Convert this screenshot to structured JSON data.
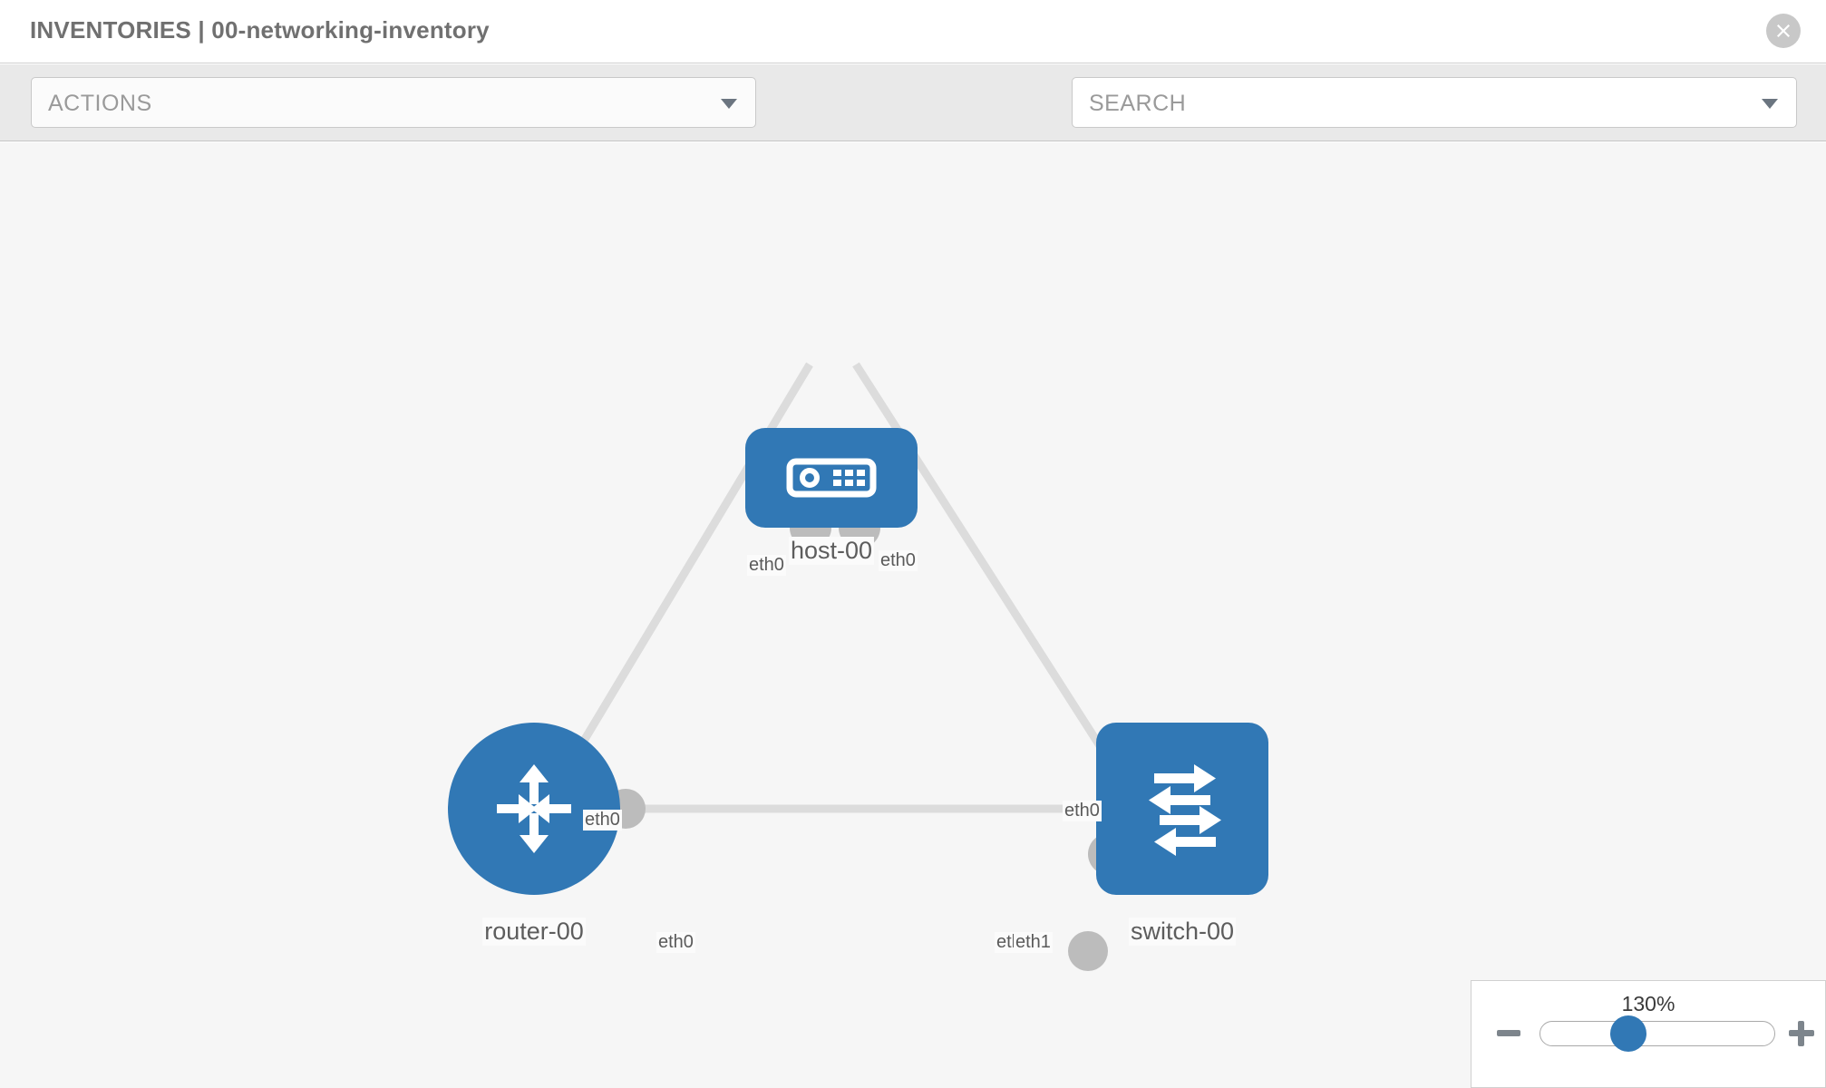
{
  "header": {
    "title": "INVENTORIES | 00-networking-inventory",
    "close_icon": "close-circle-icon"
  },
  "toolbar": {
    "actions_label": "ACTIONS",
    "actions_caret_icon": "chevron-down-icon",
    "wrench_icon": "wrench-icon",
    "key_icon": "key-icon",
    "search_placeholder": "SEARCH",
    "search_caret_icon": "chevron-down-icon"
  },
  "topology": {
    "nodes": [
      {
        "id": "host-00",
        "label": "host-00",
        "type": "host",
        "icon": "server-appliance-icon",
        "shape": "rounded-square",
        "color": "#3178b5"
      },
      {
        "id": "router-00",
        "label": "router-00",
        "type": "router",
        "icon": "router-four-arrows-icon",
        "shape": "circle",
        "color": "#3178b5"
      },
      {
        "id": "switch-00",
        "label": "switch-00",
        "type": "switch",
        "icon": "switch-exchange-arrows-icon",
        "shape": "rounded-square",
        "color": "#3178b5"
      }
    ],
    "links": [
      {
        "from": "host-00",
        "to": "router-00",
        "from_iface": "eth0",
        "to_iface": "eth0"
      },
      {
        "from": "host-00",
        "to": "switch-00",
        "from_iface": "eth0",
        "to_iface": "eth0"
      },
      {
        "from": "router-00",
        "to": "switch-00",
        "from_iface": "eth0",
        "to_iface": "eth1"
      }
    ],
    "interface_labels": {
      "host_left": "eth0",
      "host_right": "eth0",
      "router_up": "eth0",
      "switch_up": "eth0",
      "router_right": "eth0",
      "switch_left_hidden": "eth",
      "switch_left": "eth1"
    },
    "link_color": "#dcdcdc",
    "stub_color": "#bcbcbc"
  },
  "zoom_control": {
    "percent": "130%",
    "minus_icon": "minus-icon",
    "plus_icon": "plus-icon",
    "slider_name": "zoom-slider"
  }
}
